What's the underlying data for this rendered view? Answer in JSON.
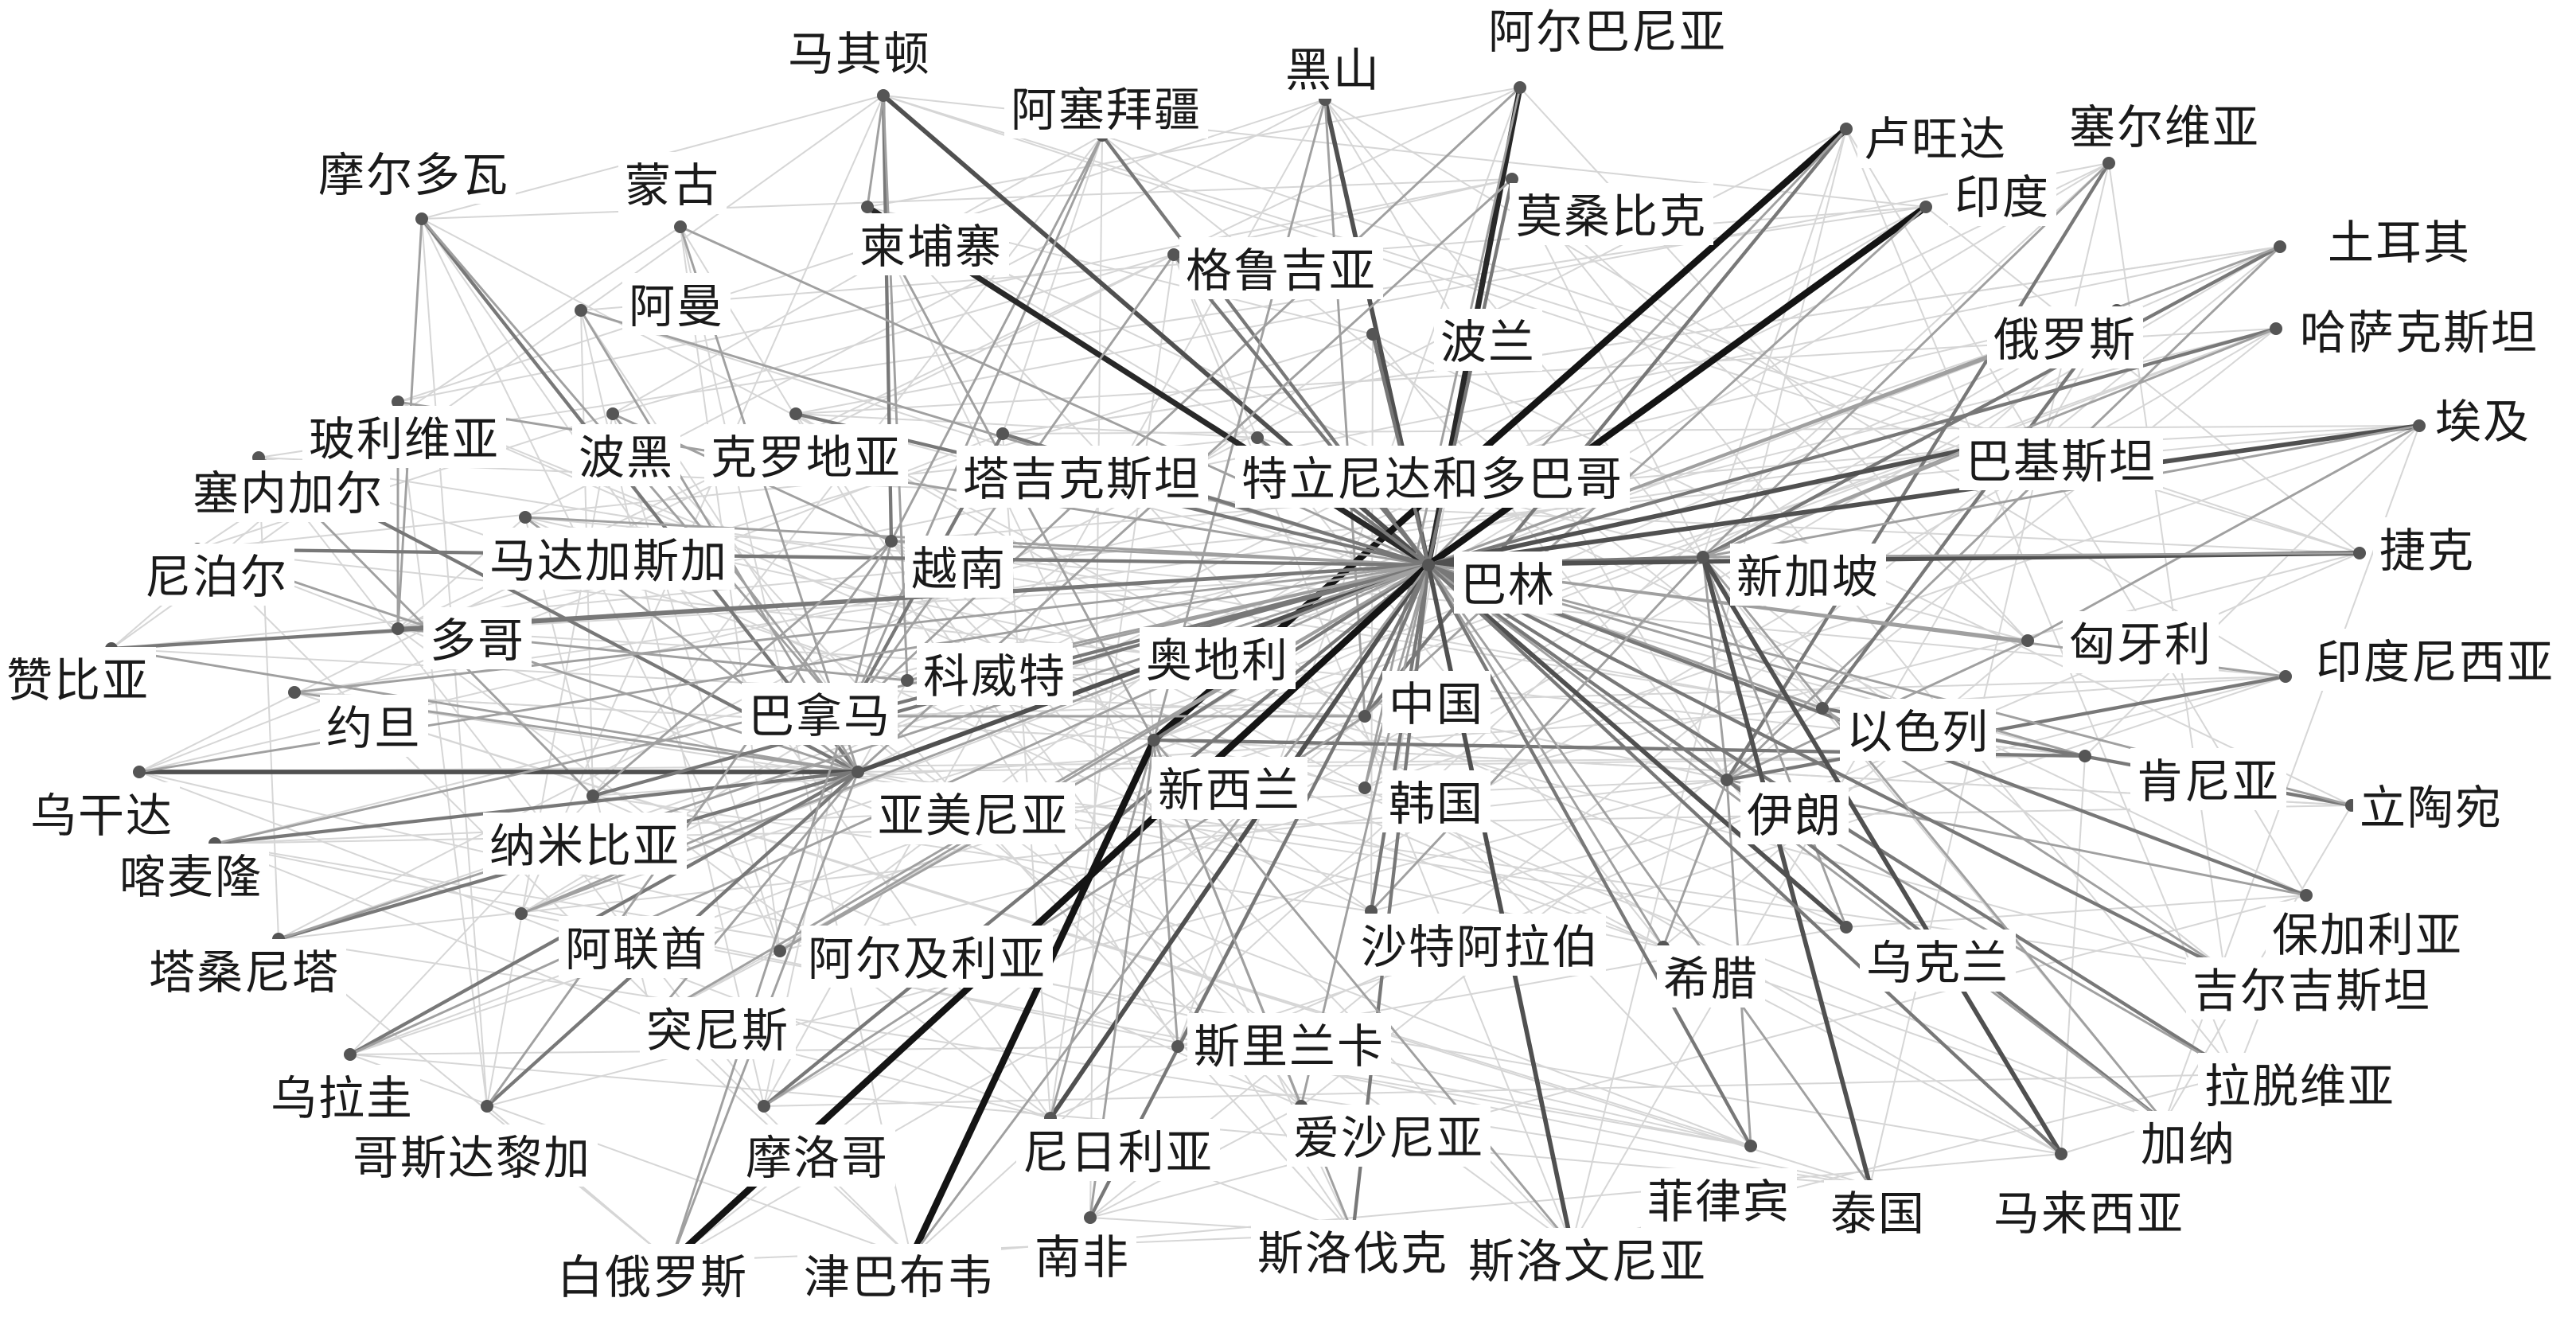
{
  "nodes": [
    {
      "id": "马其顿",
      "label": "马其顿"
    },
    {
      "id": "阿塞拜疆",
      "label": "阿塞拜疆"
    },
    {
      "id": "黑山",
      "label": "黑山"
    },
    {
      "id": "阿尔巴尼亚",
      "label": "阿尔巴尼亚"
    },
    {
      "id": "卢旺达",
      "label": "卢旺达"
    },
    {
      "id": "塞尔维亚",
      "label": "塞尔维亚"
    },
    {
      "id": "摩尔多瓦",
      "label": "摩尔多瓦"
    },
    {
      "id": "蒙古",
      "label": "蒙古"
    },
    {
      "id": "柬埔寨",
      "label": "柬埔寨"
    },
    {
      "id": "格鲁吉亚",
      "label": "格鲁吉亚"
    },
    {
      "id": "莫桑比克",
      "label": "莫桑比克"
    },
    {
      "id": "印度",
      "label": "印度"
    },
    {
      "id": "土耳其",
      "label": "土耳其"
    },
    {
      "id": "阿曼",
      "label": "阿曼"
    },
    {
      "id": "波兰",
      "label": "波兰"
    },
    {
      "id": "俄罗斯",
      "label": "俄罗斯"
    },
    {
      "id": "哈萨克斯坦",
      "label": "哈萨克斯坦"
    },
    {
      "id": "玻利维亚",
      "label": "玻利维亚"
    },
    {
      "id": "波黑",
      "label": "波黑"
    },
    {
      "id": "克罗地亚",
      "label": "克罗地亚"
    },
    {
      "id": "塔吉克斯坦",
      "label": "塔吉克斯坦"
    },
    {
      "id": "特立尼达和多巴哥",
      "label": "特立尼达和多巴哥"
    },
    {
      "id": "巴基斯坦",
      "label": "巴基斯坦"
    },
    {
      "id": "埃及",
      "label": "埃及"
    },
    {
      "id": "塞内加尔",
      "label": "塞内加尔"
    },
    {
      "id": "马达加斯加",
      "label": "马达加斯加"
    },
    {
      "id": "越南",
      "label": "越南"
    },
    {
      "id": "巴林",
      "label": "巴林"
    },
    {
      "id": "新加坡",
      "label": "新加坡"
    },
    {
      "id": "捷克",
      "label": "捷克"
    },
    {
      "id": "尼泊尔",
      "label": "尼泊尔"
    },
    {
      "id": "多哥",
      "label": "多哥"
    },
    {
      "id": "匈牙利",
      "label": "匈牙利"
    },
    {
      "id": "赞比亚",
      "label": "赞比亚"
    },
    {
      "id": "科威特",
      "label": "科威特"
    },
    {
      "id": "奥地利",
      "label": "奥地利"
    },
    {
      "id": "印度尼西亚",
      "label": "印度尼西亚"
    },
    {
      "id": "约旦",
      "label": "约旦"
    },
    {
      "id": "巴拿马",
      "label": "巴拿马"
    },
    {
      "id": "中国",
      "label": "中国"
    },
    {
      "id": "以色列",
      "label": "以色列"
    },
    {
      "id": "乌干达",
      "label": "乌干达"
    },
    {
      "id": "新西兰",
      "label": "新西兰"
    },
    {
      "id": "韩国",
      "label": "韩国"
    },
    {
      "id": "肯尼亚",
      "label": "肯尼亚"
    },
    {
      "id": "立陶宛",
      "label": "立陶宛"
    },
    {
      "id": "亚美尼亚",
      "label": "亚美尼亚"
    },
    {
      "id": "伊朗",
      "label": "伊朗"
    },
    {
      "id": "喀麦隆",
      "label": "喀麦隆"
    },
    {
      "id": "纳米比亚",
      "label": "纳米比亚"
    },
    {
      "id": "保加利亚",
      "label": "保加利亚"
    },
    {
      "id": "塔桑尼塔",
      "label": "塔桑尼塔"
    },
    {
      "id": "阿联酋",
      "label": "阿联酋"
    },
    {
      "id": "阿尔及利亚",
      "label": "阿尔及利亚"
    },
    {
      "id": "沙特阿拉伯",
      "label": "沙特阿拉伯"
    },
    {
      "id": "希腊",
      "label": "希腊"
    },
    {
      "id": "乌克兰",
      "label": "乌克兰"
    },
    {
      "id": "吉尔吉斯坦",
      "label": "吉尔吉斯坦"
    },
    {
      "id": "突尼斯",
      "label": "突尼斯"
    },
    {
      "id": "乌拉圭",
      "label": "乌拉圭"
    },
    {
      "id": "斯里兰卡",
      "label": "斯里兰卡"
    },
    {
      "id": "拉脱维亚",
      "label": "拉脱维亚"
    },
    {
      "id": "哥斯达黎加",
      "label": "哥斯达黎加"
    },
    {
      "id": "摩洛哥",
      "label": "摩洛哥"
    },
    {
      "id": "尼日利亚",
      "label": "尼日利亚"
    },
    {
      "id": "爱沙尼亚",
      "label": "爱沙尼亚"
    },
    {
      "id": "加纳",
      "label": "加纳"
    },
    {
      "id": "菲律宾",
      "label": "菲律宾"
    },
    {
      "id": "泰国",
      "label": "泰国"
    },
    {
      "id": "马来西亚",
      "label": "马来西亚"
    },
    {
      "id": "白俄罗斯",
      "label": "白俄罗斯"
    },
    {
      "id": "津巴布韦",
      "label": "津巴布韦"
    },
    {
      "id": "南非",
      "label": "南非"
    },
    {
      "id": "斯洛伐克",
      "label": "斯洛伐克"
    },
    {
      "id": "斯洛文尼亚",
      "label": "斯洛文尼亚"
    }
  ],
  "edges": [
    [
      "马其顿",
      "巴林",
      3
    ],
    [
      "马其顿",
      "越南",
      2
    ],
    [
      "马其顿",
      "科威特",
      1
    ],
    [
      "马其顿",
      "柬埔寨",
      1
    ],
    [
      "阿塞拜疆",
      "巴林",
      2
    ],
    [
      "阿塞拜疆",
      "巴拿马",
      1
    ],
    [
      "阿塞拜疆",
      "越南",
      1
    ],
    [
      "黑山",
      "巴林",
      3
    ],
    [
      "黑山",
      "新西兰",
      1
    ],
    [
      "黑山",
      "中国",
      1
    ],
    [
      "阿尔巴尼亚",
      "巴林",
      4
    ],
    [
      "阿尔巴尼亚",
      "巴拿马",
      1
    ],
    [
      "阿尔巴尼亚",
      "韩国",
      1
    ],
    [
      "卢旺达",
      "新西兰",
      5
    ],
    [
      "卢旺达",
      "中国",
      2
    ],
    [
      "卢旺达",
      "巴林",
      1
    ],
    [
      "塞尔维亚",
      "伊朗",
      2
    ],
    [
      "塞尔维亚",
      "新加坡",
      1
    ],
    [
      "摩尔多瓦",
      "亚美尼亚",
      2
    ],
    [
      "摩尔多瓦",
      "巴拿马",
      1
    ],
    [
      "摩尔多瓦",
      "多哥",
      1
    ],
    [
      "蒙古",
      "巴林",
      1
    ],
    [
      "蒙古",
      "亚美尼亚",
      1
    ],
    [
      "柬埔寨",
      "巴林",
      4
    ],
    [
      "柬埔寨",
      "新西兰",
      1
    ],
    [
      "格鲁吉亚",
      "巴林",
      2
    ],
    [
      "格鲁吉亚",
      "巴拿马",
      1
    ],
    [
      "莫桑比克",
      "巴林",
      2
    ],
    [
      "莫桑比克",
      "亚美尼亚",
      1
    ],
    [
      "印度",
      "巴林",
      5
    ],
    [
      "印度",
      "中国",
      1
    ],
    [
      "土耳其",
      "新加坡",
      2
    ],
    [
      "土耳其",
      "巴林",
      1
    ],
    [
      "土耳其",
      "伊朗",
      1
    ],
    [
      "阿曼",
      "巴林",
      1
    ],
    [
      "阿曼",
      "亚美尼亚",
      1
    ],
    [
      "波兰",
      "巴林",
      2
    ],
    [
      "俄罗斯",
      "以色列",
      2
    ],
    [
      "俄罗斯",
      "巴林",
      1
    ],
    [
      "哈萨克斯坦",
      "巴林",
      2
    ],
    [
      "哈萨克斯坦",
      "新加坡",
      1
    ],
    [
      "玻利维亚",
      "巴林",
      1
    ],
    [
      "玻利维亚",
      "多哥",
      1
    ],
    [
      "波黑",
      "巴拿马",
      1
    ],
    [
      "波黑",
      "越南",
      1
    ],
    [
      "克罗地亚",
      "巴林",
      2
    ],
    [
      "塔吉克斯坦",
      "巴拿马",
      2
    ],
    [
      "塔吉克斯坦",
      "巴林",
      2
    ],
    [
      "特立尼达和多巴哥",
      "巴林",
      2
    ],
    [
      "巴基斯坦",
      "巴林",
      3
    ],
    [
      "巴基斯坦",
      "新加坡",
      1
    ],
    [
      "埃及",
      "巴林",
      3
    ],
    [
      "埃及",
      "匈牙利",
      1
    ],
    [
      "埃及",
      "新加坡",
      1
    ],
    [
      "塞内加尔",
      "亚美尼亚",
      2
    ],
    [
      "塞内加尔",
      "纳米比亚",
      1
    ],
    [
      "马达加斯加",
      "巴林",
      1
    ],
    [
      "马达加斯加",
      "亚美尼亚",
      1
    ],
    [
      "越南",
      "巴林",
      1
    ],
    [
      "越南",
      "巴拿马",
      1
    ],
    [
      "新加坡",
      "巴林",
      2
    ],
    [
      "新加坡",
      "伊朗",
      1
    ],
    [
      "捷克",
      "巴林",
      3
    ],
    [
      "捷克",
      "新加坡",
      1
    ],
    [
      "尼泊尔",
      "巴林",
      2
    ],
    [
      "尼泊尔",
      "亚美尼亚",
      1
    ],
    [
      "多哥",
      "巴林",
      2
    ],
    [
      "多哥",
      "科威特",
      1
    ],
    [
      "匈牙利",
      "伊朗",
      1
    ],
    [
      "匈牙利",
      "巴林",
      1
    ],
    [
      "赞比亚",
      "巴林",
      2
    ],
    [
      "赞比亚",
      "亚美尼亚",
      1
    ],
    [
      "科威特",
      "巴林",
      1
    ],
    [
      "奥地利",
      "巴林",
      2
    ],
    [
      "印度尼西亚",
      "伊朗",
      2
    ],
    [
      "印度尼西亚",
      "巴林",
      1
    ],
    [
      "约旦",
      "巴林",
      1
    ],
    [
      "约旦",
      "亚美尼亚",
      1
    ],
    [
      "巴拿马",
      "巴林",
      2
    ],
    [
      "巴拿马",
      "中国",
      1
    ],
    [
      "中国",
      "巴林",
      2
    ],
    [
      "以色列",
      "巴林",
      1
    ],
    [
      "乌干达",
      "亚美尼亚",
      3
    ],
    [
      "乌干达",
      "巴林",
      1
    ],
    [
      "新西兰",
      "巴林",
      2
    ],
    [
      "韩国",
      "巴林",
      1
    ],
    [
      "肯尼亚",
      "新西兰",
      2
    ],
    [
      "肯尼亚",
      "巴林",
      1
    ],
    [
      "立陶宛",
      "以色列",
      2
    ],
    [
      "立陶宛",
      "巴林",
      1
    ],
    [
      "亚美尼亚",
      "巴林",
      3
    ],
    [
      "伊朗",
      "巴林",
      2
    ],
    [
      "喀麦隆",
      "亚美尼亚",
      2
    ],
    [
      "喀麦隆",
      "巴林",
      1
    ],
    [
      "纳米比亚",
      "巴林",
      2
    ],
    [
      "纳米比亚",
      "越南",
      1
    ],
    [
      "保加利亚",
      "巴林",
      2
    ],
    [
      "保加利亚",
      "伊朗",
      1
    ],
    [
      "塔桑尼塔",
      "亚美尼亚",
      2
    ],
    [
      "塔桑尼塔",
      "巴林",
      1
    ],
    [
      "阿联酋",
      "巴林",
      1
    ],
    [
      "阿联酋",
      "亚美尼亚",
      1
    ],
    [
      "阿尔及利亚",
      "巴林",
      1
    ],
    [
      "阿尔及利亚",
      "新西兰",
      1
    ],
    [
      "沙特阿拉伯",
      "巴林",
      2
    ],
    [
      "沙特阿拉伯",
      "新加坡",
      1
    ],
    [
      "希腊",
      "巴林",
      1
    ],
    [
      "希腊",
      "伊朗",
      1
    ],
    [
      "乌克兰",
      "巴林",
      3
    ],
    [
      "乌克兰",
      "新加坡",
      1
    ],
    [
      "吉尔吉斯坦",
      "巴林",
      2
    ],
    [
      "吉尔吉斯坦",
      "以色列",
      1
    ],
    [
      "突尼斯",
      "巴林",
      1
    ],
    [
      "突尼斯",
      "亚美尼亚",
      1
    ],
    [
      "乌拉圭",
      "亚美尼亚",
      2
    ],
    [
      "乌拉圭",
      "巴林",
      1
    ],
    [
      "斯里兰卡",
      "巴林",
      1
    ],
    [
      "斯里兰卡",
      "新西兰",
      1
    ],
    [
      "拉脱维亚",
      "巴林",
      2
    ],
    [
      "拉脱维亚",
      "伊朗",
      1
    ],
    [
      "哥斯达黎加",
      "亚美尼亚",
      2
    ],
    [
      "哥斯达黎加",
      "越南",
      1
    ],
    [
      "摩洛哥",
      "巴林",
      2
    ],
    [
      "摩洛哥",
      "中国",
      1
    ],
    [
      "尼日利亚",
      "巴林",
      3
    ],
    [
      "尼日利亚",
      "新西兰",
      1
    ],
    [
      "爱沙尼亚",
      "巴林",
      1
    ],
    [
      "爱沙尼亚",
      "新西兰",
      1
    ],
    [
      "加纳",
      "伊朗",
      2
    ],
    [
      "加纳",
      "巴林",
      1
    ],
    [
      "加纳",
      "新加坡",
      1
    ],
    [
      "菲律宾",
      "巴林",
      2
    ],
    [
      "菲律宾",
      "伊朗",
      1
    ],
    [
      "泰国",
      "新加坡",
      3
    ],
    [
      "泰国",
      "巴林",
      1
    ],
    [
      "马来西亚",
      "新加坡",
      3
    ],
    [
      "马来西亚",
      "巴林",
      2
    ],
    [
      "白俄罗斯",
      "巴林",
      5
    ],
    [
      "白俄罗斯",
      "亚美尼亚",
      1
    ],
    [
      "白俄罗斯",
      "巴拿马",
      1
    ],
    [
      "津巴布韦",
      "新西兰",
      5
    ],
    [
      "津巴布韦",
      "巴林",
      1
    ],
    [
      "南非",
      "巴林",
      2
    ],
    [
      "南非",
      "新西兰",
      1
    ],
    [
      "斯洛伐克",
      "巴林",
      2
    ],
    [
      "斯洛伐克",
      "新西兰",
      1
    ],
    [
      "斯洛文尼亚",
      "巴林",
      3
    ],
    [
      "斯洛文尼亚",
      "新西兰",
      1
    ]
  ]
}
